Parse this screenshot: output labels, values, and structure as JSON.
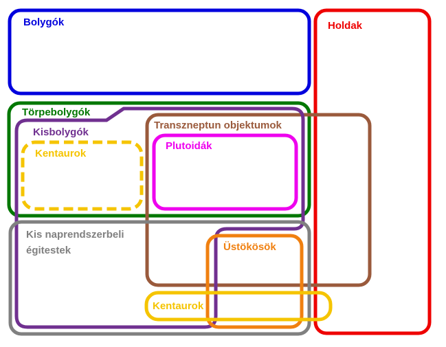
{
  "sets": [
    {
      "id": "bolygok",
      "label": "Bolygók",
      "color": "#0000dd"
    },
    {
      "id": "holdak",
      "label": "Holdak",
      "color": "#ee0000"
    },
    {
      "id": "torpebolygok",
      "label": "Törpebolygók",
      "color": "#007700"
    },
    {
      "id": "kisbolygok",
      "label": "Kisbolygók",
      "color": "#703090"
    },
    {
      "id": "kentaurok_1",
      "label": "Kentaurok",
      "color": "#f5c400"
    },
    {
      "id": "transzneptun",
      "label": "Transzneptun objektumok",
      "color": "#9a5a3c"
    },
    {
      "id": "plutoidak",
      "label": "Plutoidák",
      "color": "#ee00ee"
    },
    {
      "id": "kis_naprendszer",
      "label_line1": "Kis naprendszerbeli",
      "label_line2": "égitestek",
      "color": "#808080"
    },
    {
      "id": "ustokosok",
      "label": "Üstökösök",
      "color": "#f08010"
    },
    {
      "id": "kentaurok_2",
      "label": "Kentaurok",
      "color": "#f5c400"
    }
  ]
}
